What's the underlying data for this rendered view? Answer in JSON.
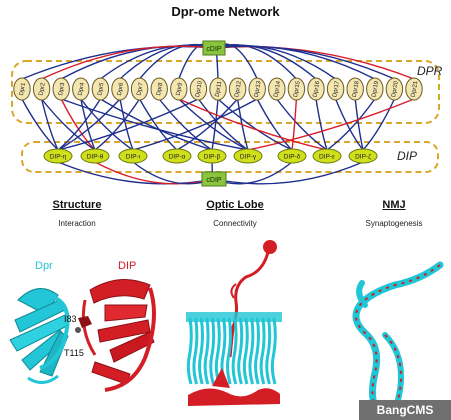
{
  "title": "Dpr-ome Network",
  "hub_top": "cDIP",
  "hub_bottom": "cDIP",
  "group_dpr": "DPR",
  "group_dip": "DIP",
  "dpr_nodes": [
    "Dpr1",
    "Dpr2",
    "Dpr3",
    "Dpr4",
    "Dpr5",
    "Dpr6",
    "Dpr7",
    "Dpr8",
    "Dpr9",
    "Dpr10",
    "Dpr11",
    "Dpr12",
    "Dpr13",
    "Dpr14",
    "Dpr15",
    "Dpr16",
    "Dpr17",
    "Dpr18",
    "Dpr19",
    "Dpr20",
    "Dpr21"
  ],
  "dip_nodes": [
    "DIP-η",
    "DIP-θ",
    "DIP-ι",
    "DIP-α",
    "DIP-β",
    "DIP-γ",
    "DIP-δ",
    "DIP-ε",
    "DIP-ζ"
  ],
  "sections": [
    {
      "title": "Structure",
      "subtitle": "Interaction"
    },
    {
      "title": "Optic Lobe",
      "subtitle": "Connectivity"
    },
    {
      "title": "NMJ",
      "subtitle": "Synaptogenesis"
    }
  ],
  "structure": {
    "label_dpr": "Dpr",
    "label_dip": "DIP",
    "res1": "I83",
    "res2": "T115"
  },
  "watermark": "BangCMS",
  "colors": {
    "edge_blue": "#1f2f8f",
    "edge_red": "#d81e2a",
    "node_fill": "#f3e6b0",
    "dip_fill": "#cfe01a",
    "hub_fill": "#8ac43f",
    "box_stroke": "#d9a72a",
    "cyan": "#22c6d6",
    "red": "#d41e25"
  }
}
